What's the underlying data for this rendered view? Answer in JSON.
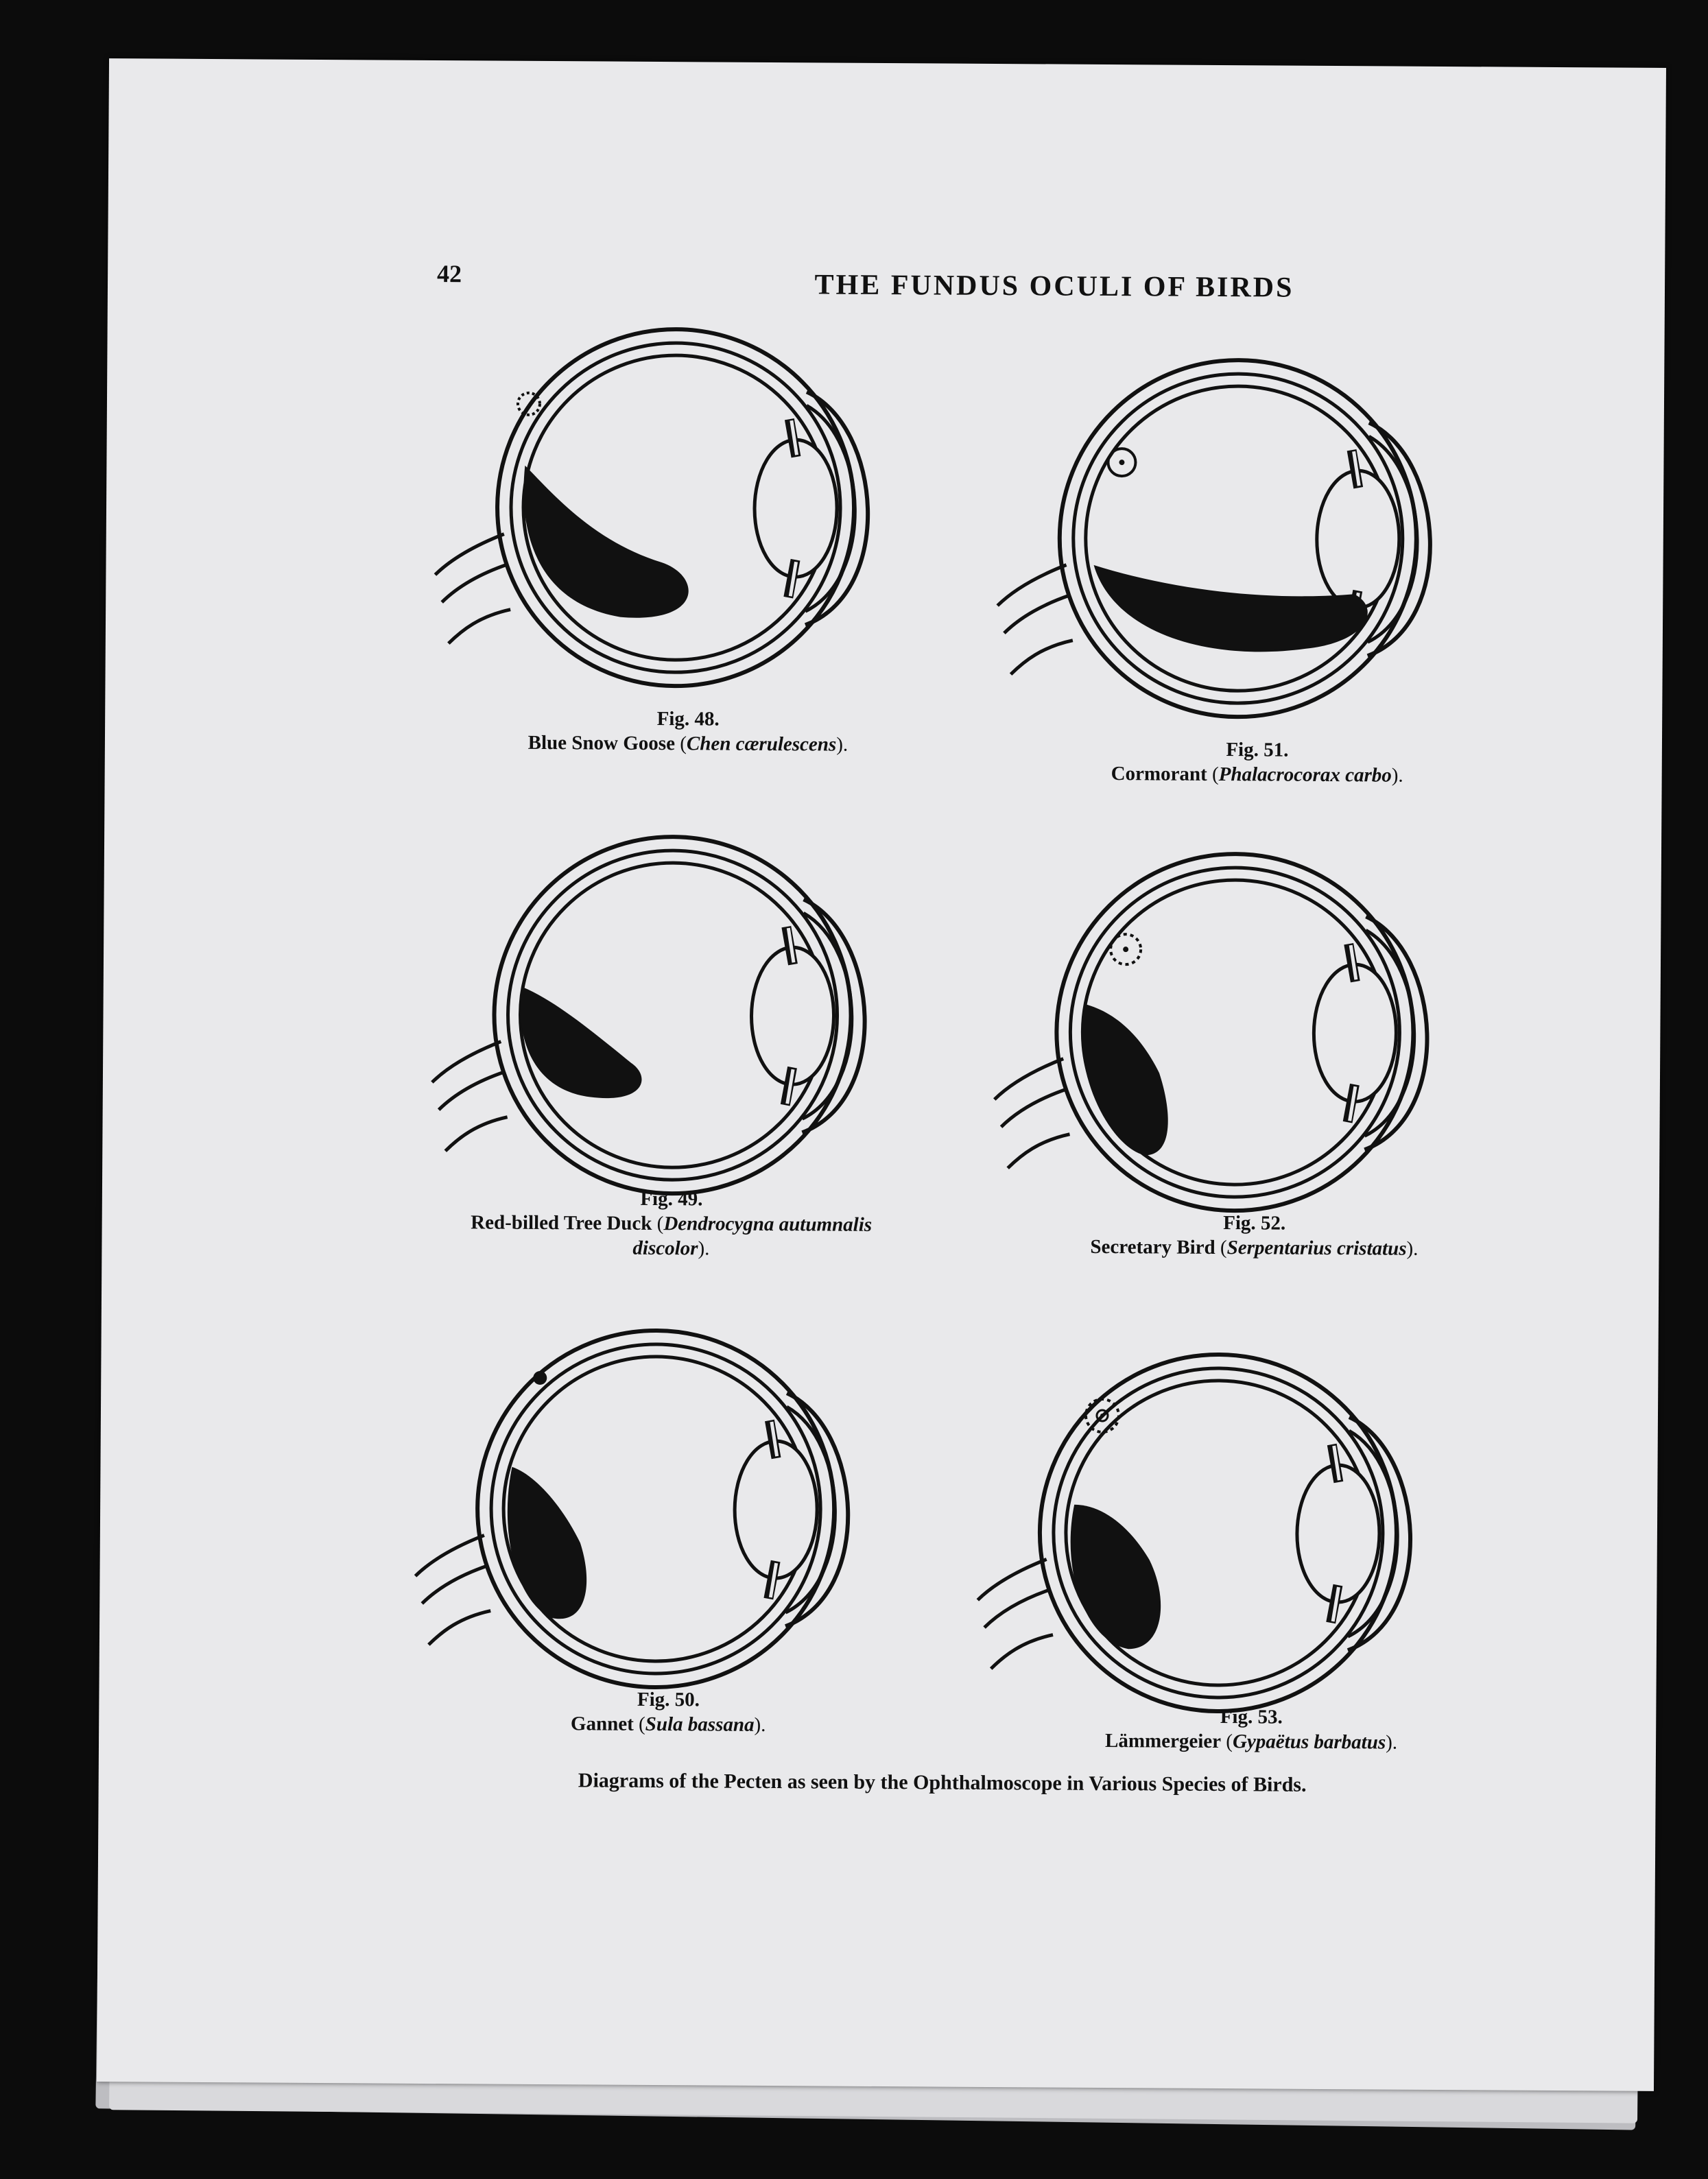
{
  "page": {
    "number": "42",
    "running_head": "THE FUNDUS OCULI OF BIRDS"
  },
  "figures": [
    {
      "num": "Fig. 48.",
      "common": "Blue Snow Goose",
      "sci": "Chen cærulescens",
      "sci2": ""
    },
    {
      "num": "Fig. 49.",
      "common": "Red-billed Tree Duck",
      "sci": "Dendrocygna autumnalis",
      "sci2": "discolor"
    },
    {
      "num": "Fig. 50.",
      "common": "Gannet",
      "sci": "Sula bassana",
      "sci2": ""
    },
    {
      "num": "Fig. 51.",
      "common": "Cormorant",
      "sci": "Phalacrocorax carbo",
      "sci2": ""
    },
    {
      "num": "Fig. 52.",
      "common": "Secretary Bird",
      "sci": "Serpentarius cristatus",
      "sci2": ""
    },
    {
      "num": "Fig. 53.",
      "common": "Lämmergeier",
      "sci": "Gypaëtus barbatus",
      "sci2": ""
    }
  ],
  "caption": "Diagrams of the Pecten as seen by the Ophthalmoscope in Various Species of Birds.",
  "colors": {
    "ink": "#111111",
    "paper": "#e9e9eb"
  }
}
